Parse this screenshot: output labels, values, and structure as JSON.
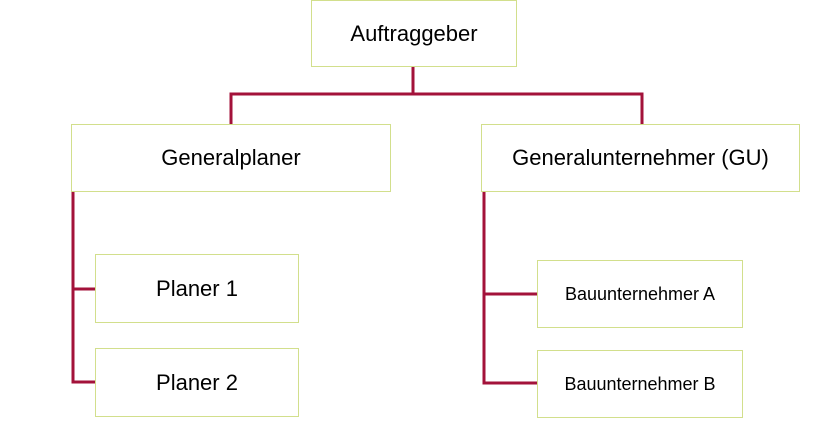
{
  "diagram": {
    "type": "org-chart",
    "colors": {
      "connector": "#a3123a",
      "box_border": "#d2df8c",
      "box_fill": "#ffffff",
      "text": "#000000"
    },
    "nodes": {
      "root": "Auftraggeber",
      "general_planner": "Generalplaner",
      "general_contractor": "Generalunternehmer (GU)",
      "planner_1": "Planer 1",
      "planner_2": "Planer 2",
      "contractor_a": "Bauunternehmer A",
      "contractor_b": "Bauunternehmer B"
    },
    "edges": [
      [
        "root",
        "general_planner"
      ],
      [
        "root",
        "general_contractor"
      ],
      [
        "general_planner",
        "planner_1"
      ],
      [
        "general_planner",
        "planner_2"
      ],
      [
        "general_contractor",
        "contractor_a"
      ],
      [
        "general_contractor",
        "contractor_b"
      ]
    ]
  }
}
